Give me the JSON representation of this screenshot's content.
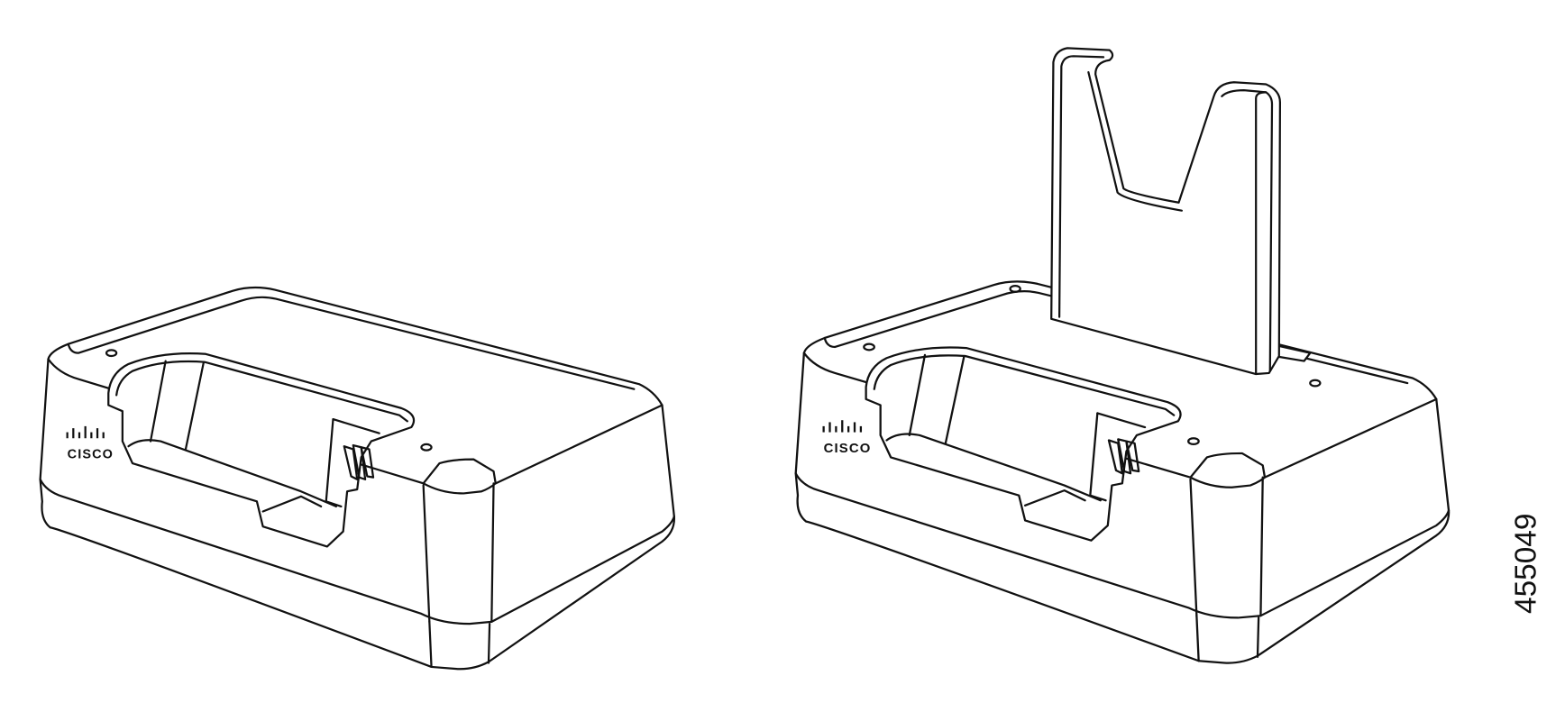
{
  "figure": {
    "title": "Desktop charger with and without headset stand",
    "figure_number": "455049",
    "left_charger": {
      "logo": "CISCO"
    },
    "right_charger": {
      "logo": "CISCO"
    }
  }
}
